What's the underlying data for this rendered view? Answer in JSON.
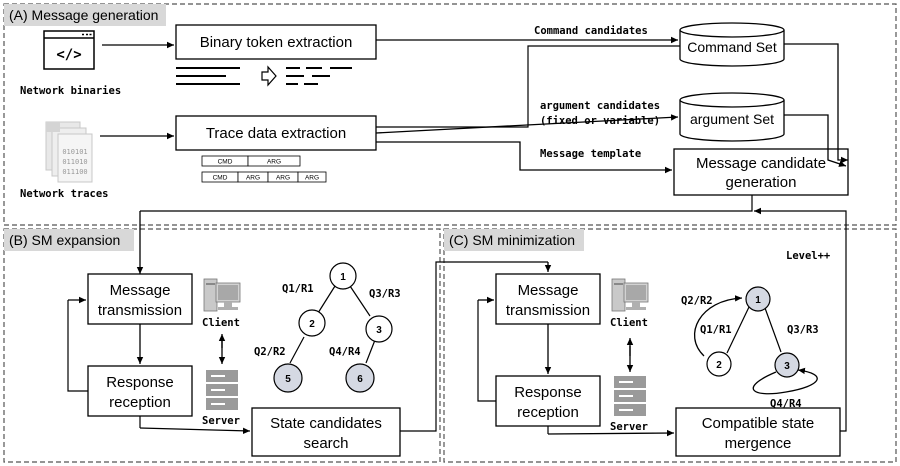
{
  "panels": {
    "a": "(A) Message generation",
    "b": "(B) SM expansion",
    "c": "(C) SM minimization"
  },
  "boxes": {
    "binary_token": "Binary token extraction",
    "trace_data": "Trace data extraction",
    "msg_candidate_1": "Message candidate",
    "msg_candidate_2": "generation",
    "b_msg_tx_1": "Message",
    "b_msg_tx_2": "transmission",
    "b_resp_1": "Response",
    "b_resp_2": "reception",
    "state_search_1": "State candidates",
    "state_search_2": "search",
    "c_msg_tx_1": "Message",
    "c_msg_tx_2": "transmission",
    "c_resp_1": "Response",
    "c_resp_2": "reception",
    "merge_1": "Compatible state",
    "merge_2": "mergence"
  },
  "databases": {
    "command_set": "Command Set",
    "argument_set": "argument Set"
  },
  "labels": {
    "network_binaries": "Network binaries",
    "network_traces": "Network traces",
    "command_candidates": "Command candidates",
    "argument_candidates_1": "argument candidates",
    "argument_candidates_2": "(fixed or variable)",
    "message_template": "Message template",
    "level": "Level++",
    "client_b": "Client",
    "server_b": "Server",
    "client_c": "Client",
    "server_c": "Server"
  },
  "trace_icon_lines": [
    "010101",
    "011010",
    "011100"
  ],
  "message_format": {
    "row1": [
      "CMD",
      "ARG"
    ],
    "row2": [
      "CMD",
      "ARG",
      "ARG",
      "ARG"
    ]
  },
  "graph_b": {
    "nodes": [
      "1",
      "2",
      "3",
      "5",
      "6"
    ],
    "edges": [
      "Q1/R1",
      "Q3/R3",
      "Q2/R2",
      "Q4/R4"
    ]
  },
  "graph_c": {
    "nodes": [
      "1",
      "2",
      "3"
    ],
    "edges": [
      "Q2/R2",
      "Q1/R1",
      "Q3/R3",
      "Q4/R4"
    ]
  },
  "colors": {
    "tab_bg": "#d8d8d8",
    "highlight_node": "#d5d9e3",
    "panel_border": "#555555"
  }
}
